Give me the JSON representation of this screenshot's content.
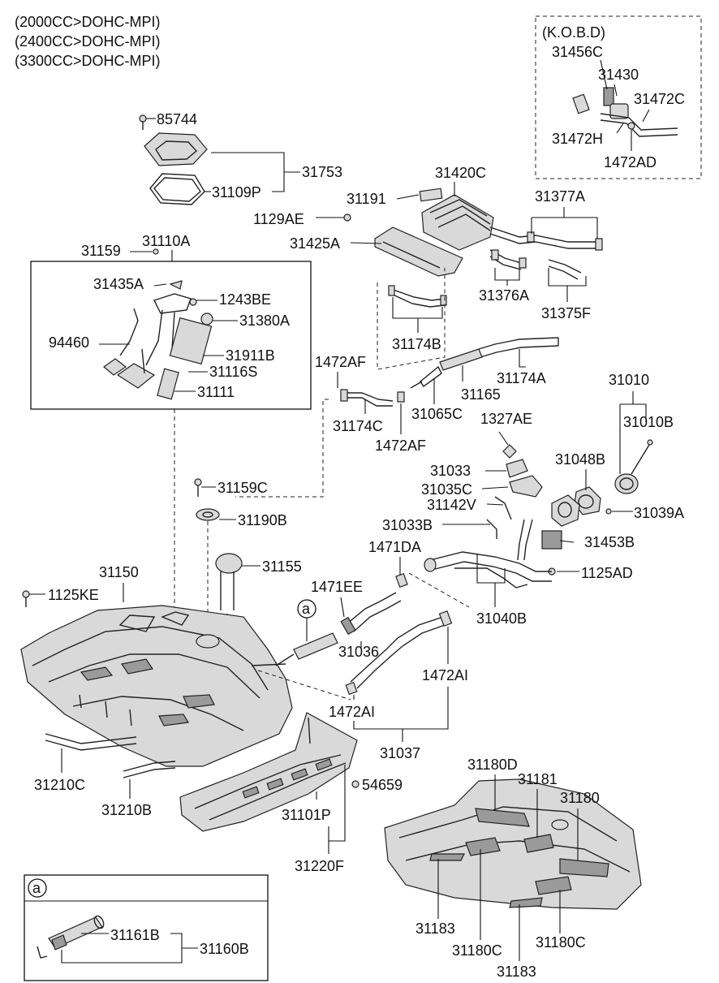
{
  "header": {
    "engines": [
      "(2000CC>DOHC-MPI)",
      "(2400CC>DOHC-MPI)",
      "(3300CC>DOHC-MPI)"
    ]
  },
  "kobd": {
    "title": "(K.O.B.D)",
    "parts": [
      "31456C",
      "31430",
      "31472C",
      "31472H",
      "1472AD"
    ]
  },
  "inset_a": {
    "marker": "a",
    "parts": [
      "31161B",
      "31160B"
    ]
  },
  "callout_marker": "a",
  "parts": [
    "85744",
    "31753",
    "31109P",
    "31159",
    "31110A",
    "31435A",
    "1243BE",
    "31380A",
    "94460",
    "31911B",
    "31116S",
    "31111",
    "31191",
    "31420C",
    "1129AE",
    "31425A",
    "31377A",
    "31376A",
    "31375F",
    "31174B",
    "1472AF",
    "31174A",
    "31165",
    "31174C",
    "1472AF",
    "31065C",
    "31010",
    "31010B",
    "1327AE",
    "31048B",
    "31033",
    "31035C",
    "31142V",
    "31039A",
    "31033B",
    "31159C",
    "31190B",
    "31155",
    "31453B",
    "1471DA",
    "1125AD",
    "31040B",
    "31150",
    "1125KE",
    "1471EE",
    "31036",
    "1472AI",
    "1472AI",
    "31037",
    "31210C",
    "31210B",
    "54659",
    "31101P",
    "31220F",
    "31180D",
    "31181",
    "31180",
    "31183",
    "31180C",
    "31180C",
    "31183"
  ]
}
